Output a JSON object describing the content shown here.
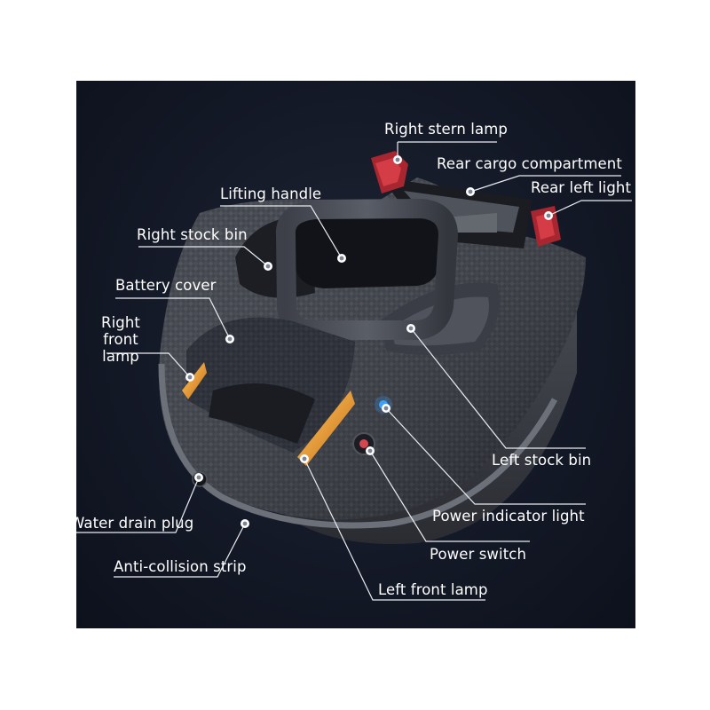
{
  "callouts": {
    "right_stern_lamp": "Right stern lamp",
    "rear_cargo_compartment": "Rear cargo compartment",
    "rear_left_light": "Rear left light",
    "lifting_handle": "Lifting handle",
    "right_stock_bin": "Right stock bin",
    "battery_cover": "Battery cover",
    "right_front_lamp": "Right front\nlamp",
    "left_stock_bin": "Left stock bin",
    "water_drain_plug": "Water drain plug",
    "power_indicator_light": "Power indicator light",
    "power_switch": "Power switch",
    "anti_collision_strip": "Anti-collision strip",
    "left_front_lamp": "Left front lamp"
  },
  "colors": {
    "background": "#141927",
    "hull": "#3a3e47",
    "lamp_amber": "#e08a1e",
    "lamp_red": "#c0303a",
    "indicator_blue": "#3aa0ff"
  }
}
